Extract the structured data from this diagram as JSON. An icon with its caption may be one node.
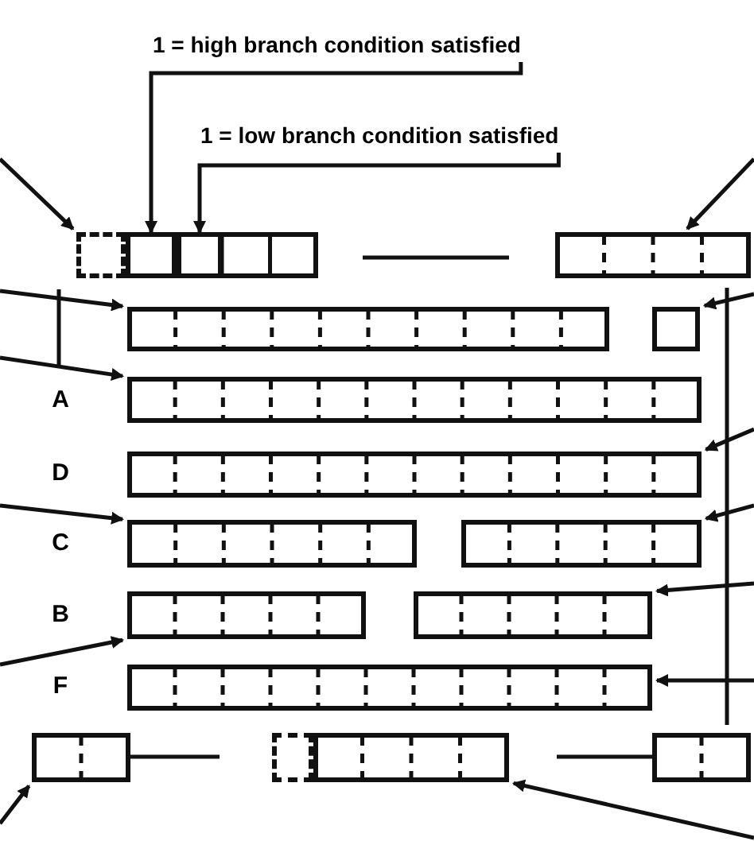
{
  "diagram": {
    "nodes": [
      {
        "text": [
          "1 = high branch condition satisfied"
        ]
      },
      {
        "text": [
          "1 = low branch condition satisfied"
        ]
      },
      {
        "text": [],
        "shape": "box"
      },
      {
        "text": [],
        "shape": "box"
      },
      {
        "text": [],
        "shape": "box",
        "in": 3
      },
      {
        "text": [],
        "shape": "box",
        "in": 3
      },
      {
        "text": [],
        "shape": "box"
      },
      {
        "text": [],
        "shape": "box"
      },
      {
        "text": [],
        "shape": "box"
      },
      {
        "text": [],
        "shape": "box",
        "beside": [
          "A"
        ]
      },
      {
        "text": [],
        "shape": "box",
        "beside": [
          "D"
        ]
      },
      {
        "text": [],
        "shape": "box",
        "beside": [
          "C"
        ]
      },
      {
        "text": [],
        "shape": "box"
      },
      {
        "text": [],
        "shape": "box",
        "beside": [
          "B"
        ]
      },
      {
        "text": [],
        "shape": "box"
      },
      {
        "text": [],
        "shape": "box",
        "beside": [
          "F"
        ]
      },
      {
        "text": [],
        "shape": "box"
      },
      {
        "text": [],
        "shape": "box"
      },
      {
        "text": [],
        "shape": "box"
      },
      {
        "text": [],
        "shape": "box"
      }
    ],
    "edges": [
      {
        "from": 0,
        "to": 4,
        "arrow": "to"
      },
      {
        "from": 1,
        "to": 5,
        "arrow": "to"
      },
      {
        "from": null,
        "to": 2,
        "arrow": "to"
      },
      {
        "from": null,
        "to": 6,
        "arrow": "to"
      },
      {
        "from": null,
        "to": 7,
        "arrow": "to"
      },
      {
        "from": null,
        "to": 8,
        "arrow": "to"
      },
      {
        "from": null,
        "to": 9,
        "arrow": "to"
      },
      {
        "from": null,
        "to": 10,
        "arrow": "to"
      },
      {
        "from": null,
        "to": 11,
        "arrow": "to"
      },
      {
        "from": null,
        "to": 12,
        "arrow": "to"
      },
      {
        "from": null,
        "to": 13,
        "arrow": "to"
      },
      {
        "from": null,
        "to": 14,
        "arrow": "to"
      },
      {
        "from": null,
        "to": 15,
        "arrow": "to"
      },
      {
        "from": null,
        "to": 16,
        "arrow": "to"
      },
      {
        "from": null,
        "to": 18,
        "arrow": "to"
      }
    ]
  }
}
